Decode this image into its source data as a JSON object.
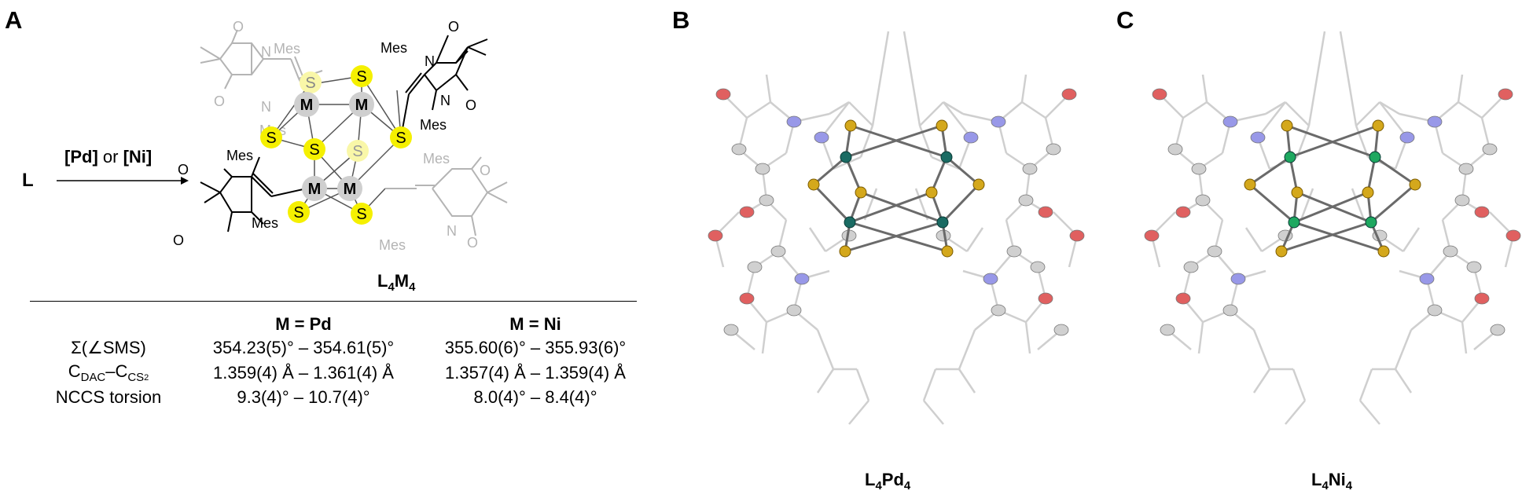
{
  "panels": {
    "a": {
      "label": "A",
      "reactant": "L",
      "reagent_a": "[Pd]",
      "reagent_or": "or",
      "reagent_b": "[Ni]",
      "metal_symbol": "M",
      "sulfur_symbol": "S",
      "mes_label": "Mes",
      "oxygen_symbol": "O",
      "nitrogen_symbol": "N",
      "product_L": "L",
      "product_L_sub": "4",
      "product_M": "M",
      "product_M_sub": "4",
      "colors": {
        "sulfur": "#f5f000",
        "metal": "#cfcfcf",
        "faded": "#b4b4b4"
      }
    },
    "b": {
      "label": "B",
      "caption_main": "L",
      "caption_sub1": "4",
      "caption_mid": "Pd",
      "caption_sub2": "4",
      "colors": {
        "metal": "#1a6b63",
        "sulfur": "#d4a81c",
        "oxygen": "#e06060",
        "nitrogen": "#9898e8",
        "carbon": "#d0d0d0"
      }
    },
    "c": {
      "label": "C",
      "caption_main": "L",
      "caption_sub1": "4",
      "caption_mid": "Ni",
      "caption_sub2": "4",
      "colors": {
        "metal": "#1ea860",
        "sulfur": "#d4a81c",
        "oxygen": "#e06060",
        "nitrogen": "#9898e8",
        "carbon": "#d0d0d0"
      }
    }
  },
  "table": {
    "headers": [
      "",
      "M = Pd",
      "M = Ni"
    ],
    "rows": [
      {
        "label": "Σ(∠SMS)",
        "pd": "354.23(5)° – 354.61(5)°",
        "ni": "355.60(6)° – 355.93(6)°"
      },
      {
        "label_main": "C",
        "label_sub1": "DAC",
        "label_dash": "–C",
        "label_sub2": "CS",
        "label_sub3": "2",
        "pd": "1.359(4) Å – 1.361(4) Å",
        "ni": "1.357(4) Å – 1.359(4) Å"
      },
      {
        "label": "NCCS torsion",
        "pd": "9.3(4)° – 10.7(4)°",
        "ni": "8.0(4)° – 8.4(4)°"
      }
    ]
  }
}
